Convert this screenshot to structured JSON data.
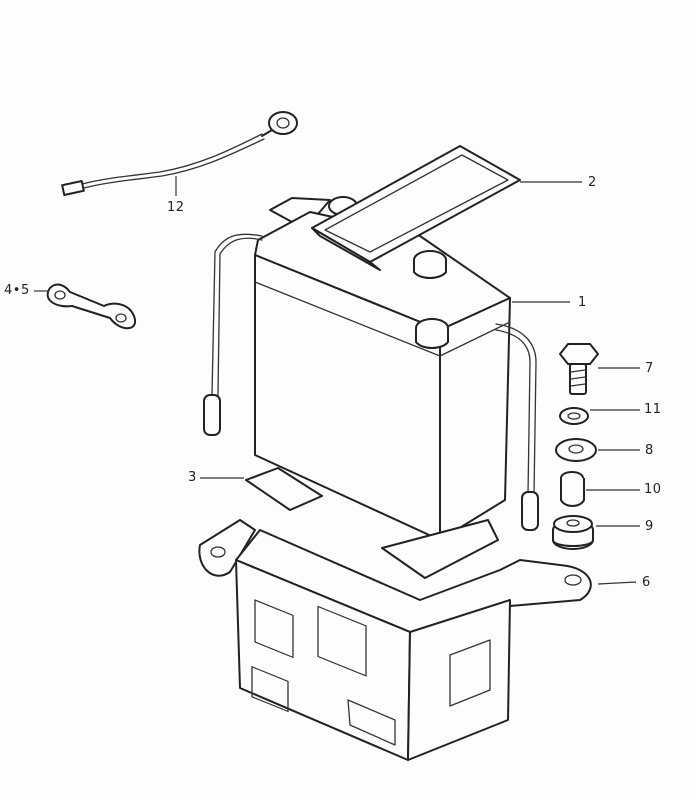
{
  "diagram": {
    "callouts": {
      "c1": "1",
      "c2": "2",
      "c3": "3",
      "c45": "4•5",
      "c6": "6",
      "c7": "7",
      "c8": "8",
      "c9": "9",
      "c10": "10",
      "c11": "11",
      "c12": "12"
    }
  }
}
